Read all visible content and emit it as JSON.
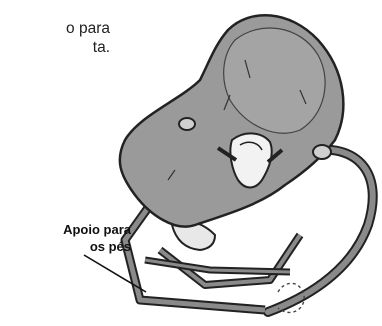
{
  "description_text": {
    "line1": "o para",
    "line2": "ta."
  },
  "callout": {
    "line1": "Apoio para",
    "line2": "os pés"
  },
  "colors": {
    "seat_fill": "#9a9a9a",
    "outline": "#222222",
    "frame": "#7a7a7a",
    "background": "#ffffff"
  }
}
